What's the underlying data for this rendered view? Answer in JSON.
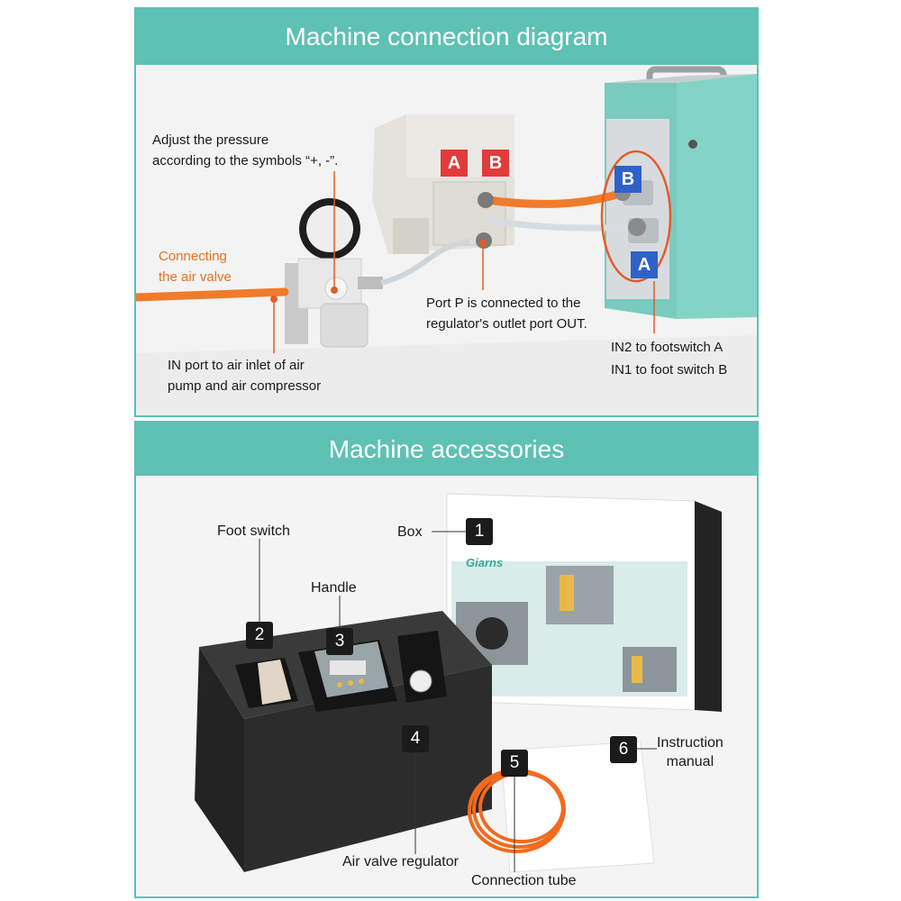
{
  "connection": {
    "title": "Machine connection diagram",
    "labels": {
      "adjust_line1": "Adjust the pressure",
      "adjust_line2": "according to the symbols “+, -”.",
      "connect_line1": "Connecting",
      "connect_line2": "the air valve",
      "port_p_line1": "Port P is connected to the",
      "port_p_line2": "regulator's outlet port OUT.",
      "in_port_line1": "IN port to air inlet of air",
      "in_port_line2": "pump and air compressor",
      "in2": "IN2 to footswitch A",
      "in1": "IN1 to foot switch B"
    },
    "badges": {
      "footswitch_a": "A",
      "footswitch_b": "B",
      "machine_b": "B",
      "machine_a": "A"
    }
  },
  "accessories": {
    "title": "Machine accessories",
    "brand": "Giarns",
    "items": [
      {
        "number": "1",
        "label": "Box"
      },
      {
        "number": "2",
        "label": "Foot switch"
      },
      {
        "number": "3",
        "label": "Handle"
      },
      {
        "number": "4",
        "label": "Air valve regulator"
      },
      {
        "number": "5",
        "label": "Connection tube"
      },
      {
        "number": "6",
        "label_line1": "Instruction",
        "label_line2": "manual"
      }
    ]
  },
  "colors": {
    "teal": "#5ec1b4",
    "orange": "#e8701e",
    "badge_red": "#e23b3b",
    "badge_blue": "#2f62c9",
    "foam": "#2c2c2c"
  }
}
